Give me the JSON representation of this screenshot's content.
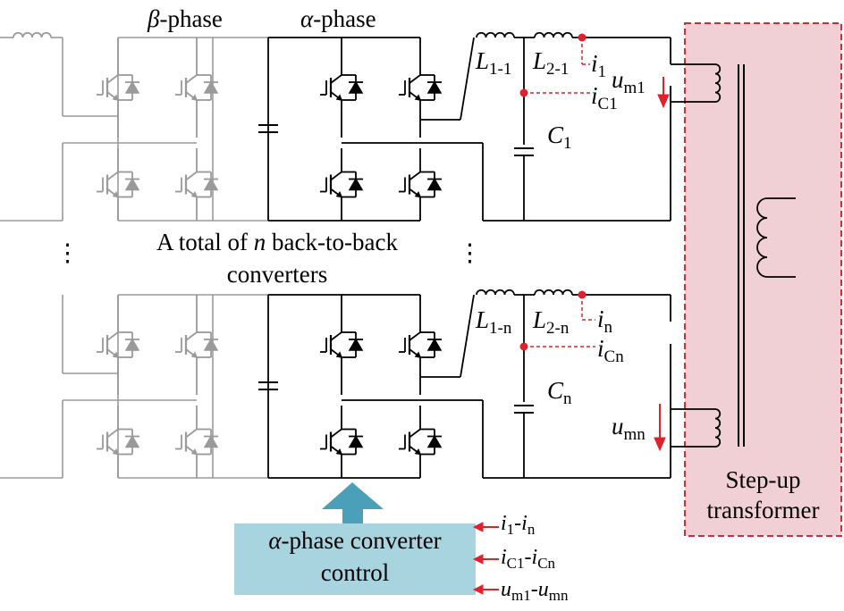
{
  "labels": {
    "beta_phase": {
      "sym": "β",
      "text": "-phase"
    },
    "alpha_phase": {
      "sym": "α",
      "text": "-phase"
    },
    "total_line1_a": "A total of ",
    "total_n": "n",
    "total_line1_b": " back-to-back",
    "total_line2": "converters",
    "dots": "⋮",
    "transformer_line1": "Step-up",
    "transformer_line2": "transformer",
    "control_sym": "α",
    "control_line1": "-phase converter",
    "control_line2": "control"
  },
  "top_filter": {
    "L1": {
      "sym": "L",
      "sub": "1-1"
    },
    "L2": {
      "sym": "L",
      "sub": "2-1"
    },
    "C": {
      "sym": "C",
      "sub": "1"
    },
    "i": {
      "sym": "i",
      "sub": "1"
    },
    "iC": {
      "sym": "i",
      "sub": "C1"
    },
    "u": {
      "sym": "u",
      "sub": "m1"
    }
  },
  "bottom_filter": {
    "L1": {
      "sym": "L",
      "sub": "1-n"
    },
    "L2": {
      "sym": "L",
      "sub": "2-n"
    },
    "C": {
      "sym": "C",
      "sub": "n"
    },
    "i": {
      "sym": "i",
      "sub": "n"
    },
    "iC": {
      "sym": "i",
      "sub": "Cn"
    },
    "u": {
      "sym": "u",
      "sub": "mn"
    }
  },
  "control_inputs": [
    {
      "a_sym": "i",
      "a_sub": "1",
      "b_sym": "i",
      "b_sub": "n"
    },
    {
      "a_sym": "i",
      "a_sub": "C1",
      "b_sym": "i",
      "b_sub": "Cn"
    },
    {
      "a_sym": "u",
      "a_sub": "m1",
      "b_sym": "u",
      "b_sub": "mn"
    }
  ],
  "colors": {
    "wire": "#000000",
    "wire_gray": "#9a9a9a",
    "accent_red": "#e0202a",
    "transformer_fill": "#f0d0d4",
    "transformer_border": "#c8303a",
    "control_fill": "#a8d4e0",
    "arrow_fill": "#4aa0b8"
  }
}
